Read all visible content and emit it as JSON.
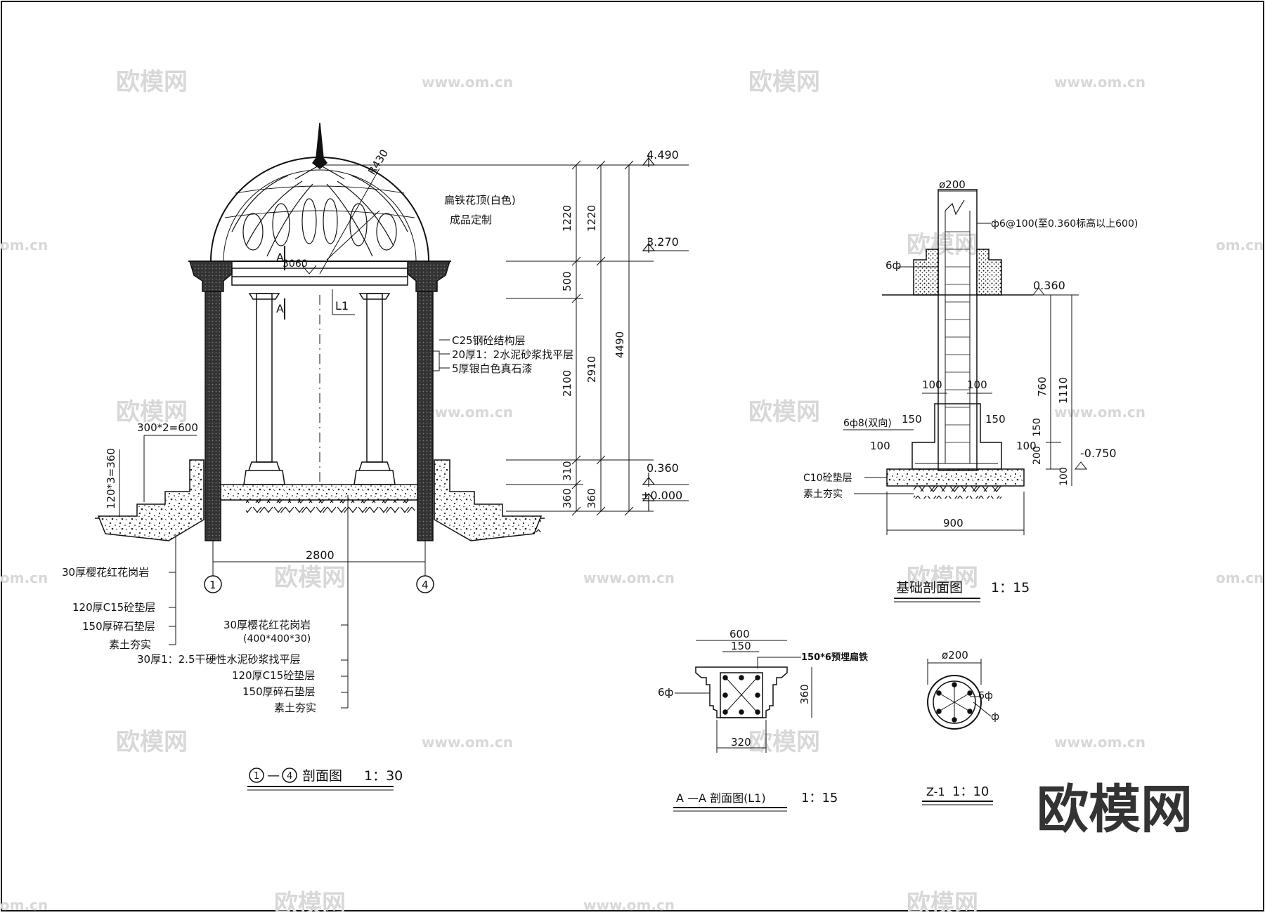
{
  "watermarks": {
    "brand_small": "欧模网",
    "site": "www.om.cn",
    "site_fragment": "om.cn"
  },
  "brand_logo": "欧模网",
  "section_1_4": {
    "title_marker_a": "1",
    "title_dash": "—",
    "title_marker_b": "4",
    "title_text": "剖面图",
    "scale": "1：30",
    "dome_note_1": "扁铁花顶(白色)",
    "dome_note_2": "成品定制",
    "radius_label": "R430",
    "dim_3060": "3060",
    "section_mark": "A",
    "beam_mark": "L1",
    "column_note_1": "C25钢砼结构层",
    "column_note_2": "20厚1：2水泥砂浆找平层",
    "column_note_3": "5厚银白色真石漆",
    "elev_top": "4.490",
    "elev_mid": "3.270",
    "elev_low": "0.360",
    "elev_zero": "±0.000",
    "dims_inner": [
      "1220",
      "500",
      "2100",
      "310",
      "360"
    ],
    "dims_outer": [
      "1220",
      "2910",
      "360"
    ],
    "dim_total": "4490",
    "step_width": "300*2=600",
    "step_height": "120*3=360",
    "span": "2800",
    "axis_1": "1",
    "axis_4": "4",
    "left_layers": [
      "30厚樱花红花岗岩",
      "120厚C15砼垫层",
      "150厚碎石垫层",
      "素土夯实"
    ],
    "floor_layers": [
      "30厚樱花红花岗岩",
      "(400*400*30)",
      "30厚1：2.5干硬性水泥砂浆找平层",
      "120厚C15砼垫层",
      "150厚碎石垫层",
      "素土夯实"
    ]
  },
  "foundation": {
    "title": "基础剖面图",
    "scale": "1：15",
    "dia": "ø200",
    "rebar_note": "ф6@100(至0.360标高以上600)",
    "bar_6": "6ф",
    "elev_a": "0.360",
    "elev_b": "-0.750",
    "dim_760": "760",
    "dim_1110": "1110",
    "dim_100_l": "100",
    "dim_100_r": "100",
    "dim_150_l": "150",
    "dim_150_r": "150",
    "dim_100_ll": "100",
    "dim_100_rr": "100",
    "dim_150_v": "150",
    "dim_200_v": "200",
    "dim_100_v": "100",
    "bar_6phi8": "6ф8(双向)",
    "layer_c10": "C10砼垫层",
    "layer_soil": "素土夯实",
    "width": "900"
  },
  "section_aa": {
    "title": "A —A 剖面图(L1)",
    "scale": "1：15",
    "dim_600": "600",
    "dim_150": "150",
    "embed_note": "150*6预埋扁铁",
    "bar_6": "6ф",
    "dim_360": "360",
    "dim_320": "320"
  },
  "z1": {
    "title": "Z-1",
    "scale": "1：10",
    "dia": "ø200",
    "bar_6": "6ф",
    "bar_phi": "ф"
  }
}
